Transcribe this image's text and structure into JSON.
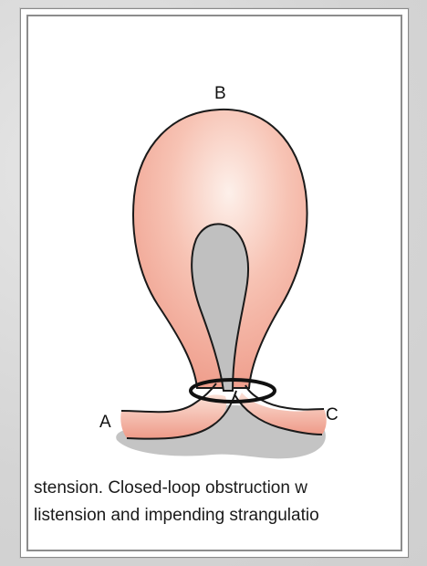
{
  "figure": {
    "labels": {
      "a": "A",
      "b": "B",
      "c": "C"
    }
  },
  "caption": {
    "line1": "stension. Closed-loop obstruction w",
    "line2": "listension and impending strangulatio"
  },
  "colors": {
    "bowel_fill": "#f2a595",
    "bowel_highlight": "#fbe4dc",
    "outline": "#1a1a1a",
    "shadow": "#c6c6c6",
    "mesentery": "#c0c0c0"
  }
}
